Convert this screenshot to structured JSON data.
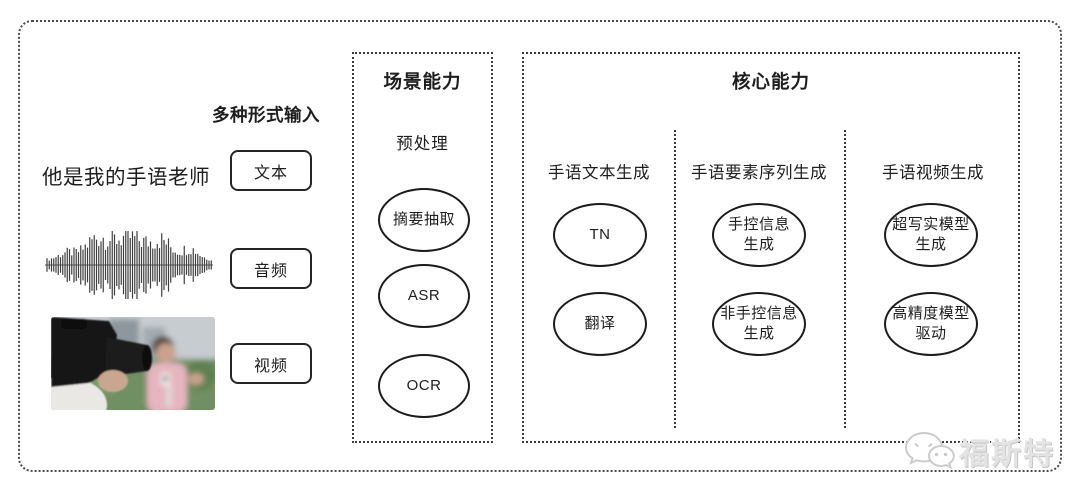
{
  "diagram": {
    "input": {
      "label": "多种形式输入",
      "example_text": "他是我的手语老师",
      "types": [
        {
          "label": "文本"
        },
        {
          "label": "音频"
        },
        {
          "label": "视频"
        }
      ],
      "waveform_icon": "audio-waveform",
      "video_thumbnail": "camera-filming-reporter-photo"
    },
    "scene": {
      "title": "场景能力",
      "subtitle": "预处理",
      "items": [
        "摘要抽取",
        "ASR",
        "OCR"
      ]
    },
    "core": {
      "title": "核心能力",
      "columns": [
        {
          "title": "手语文本生成",
          "items": [
            "TN",
            "翻译"
          ]
        },
        {
          "title": "手语要素序列生成",
          "items": [
            "手控信息\n生成",
            "非手控信息\n生成"
          ]
        },
        {
          "title": "手语视频生成",
          "items": [
            "超写实模型\n生成",
            "高精度模型\n驱动"
          ]
        }
      ]
    },
    "watermark": {
      "label": "福斯特",
      "icon": "wechat-bubbles-icon"
    },
    "colors": {
      "ink": "#1e1e1e",
      "border_dots": "#3c3c3c",
      "watermark": "#d7d7d7"
    }
  }
}
